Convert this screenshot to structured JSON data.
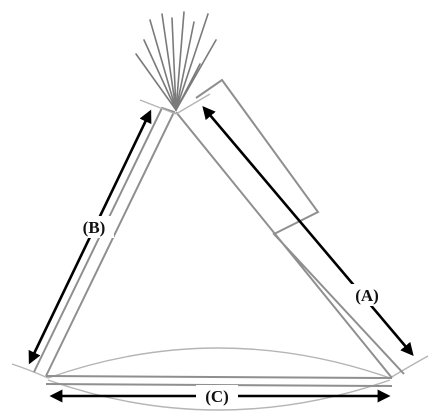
{
  "labels": {
    "a": "(A)",
    "b": "(B)",
    "c": "(C)"
  },
  "colors": {
    "outline": "#8f8f8f",
    "arrow": "#000000",
    "background": "#ffffff"
  }
}
